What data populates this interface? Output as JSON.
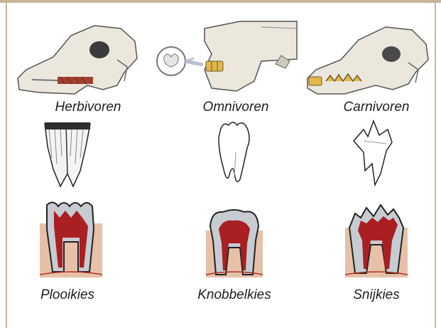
{
  "diet_types": [
    {
      "label": "Herbivoren",
      "skull_icon": "herbivore-skull"
    },
    {
      "label": "Omnivoren",
      "skull_icon": "omnivore-skull"
    },
    {
      "label": "Carnivoren",
      "skull_icon": "carnivore-skull"
    }
  ],
  "molar_types": [
    {
      "label": "Plooikies",
      "tooth_icon": "folded-molar"
    },
    {
      "label": "Knobbelkies",
      "tooth_icon": "bunodont-molar"
    },
    {
      "label": "Snijkies",
      "tooth_icon": "carnassial-molar"
    }
  ],
  "colors": {
    "frame": "#c9b49a",
    "bone": "#ece7dc",
    "enamel": "#c7cbd2",
    "pulp": "#a91f22",
    "gum": "#e6c1a8",
    "root_stroke": "#3a3a3a"
  }
}
